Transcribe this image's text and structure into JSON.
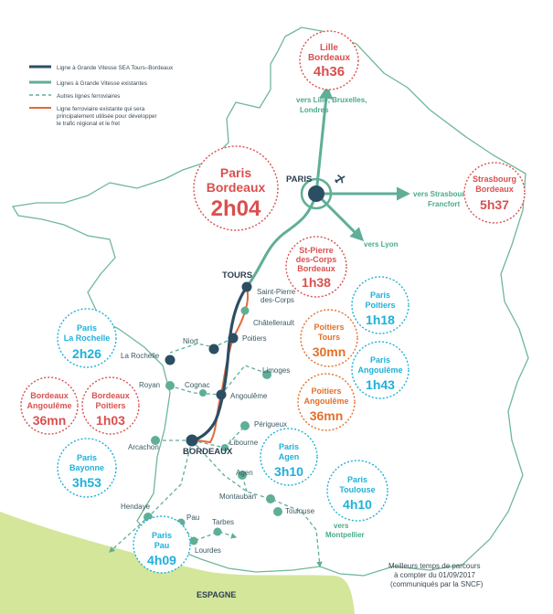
{
  "colors": {
    "lgv_sea": "#2c4e63",
    "lgv_existing": "#5fae98",
    "other_lines": "#5fae98",
    "regional": "#e06a3a",
    "red_label": "#d9504e",
    "blue_label": "#1fb0da",
    "orange_label": "#e3702a",
    "spain": "#d4e69a",
    "border": "#6fb79a"
  },
  "legend": [
    {
      "text": "Ligne à Grande Vitesse SEA Tours–Bordeaux",
      "style": "dark"
    },
    {
      "text": "Lignes à Grande Vitesse existantes",
      "style": "green"
    },
    {
      "text": "Autres lignes ferroviaires",
      "style": "dashed"
    },
    {
      "text": "Ligne ferroviaire existante qui sera",
      "text2": "principalement utilisée pour développer",
      "text3": "le trafic régional et le fret",
      "style": "orange"
    }
  ],
  "cities": {
    "paris": "PARIS",
    "tours": "TOURS",
    "bordeaux": "BORDEAUX",
    "saint_pierre_1": "Saint-Pierre",
    "saint_pierre_2": "des-Corps",
    "chatellerault": "Châtellerault",
    "poitiers": "Poitiers",
    "niort": "Niort",
    "la_rochelle": "La Rochelle",
    "royan": "Royan",
    "cognac": "Cognac",
    "angouleme": "Angoulême",
    "limoges": "Limoges",
    "perigueux": "Périgueux",
    "libourne": "Libourne",
    "arcachon": "Arcachon",
    "agen": "Agen",
    "montauban": "Montauban",
    "toulouse": "Toulouse",
    "hendaye": "Hendaye",
    "pau": "Pau",
    "tarbes": "Tarbes",
    "lourdes": "Lourdes",
    "espagne": "ESPAGNE"
  },
  "directions": {
    "lille": [
      "vers Lille, Bruxelles,",
      "Londres"
    ],
    "strasbourg": [
      "vers Strasbourg,",
      "Francfort"
    ],
    "lyon": "vers Lyon",
    "montpellier": [
      "vers",
      "Montpellier"
    ]
  },
  "badges": [
    {
      "id": "lille",
      "line1": "Lille",
      "line2": "Bordeaux",
      "time": "4h36",
      "color": "red"
    },
    {
      "id": "paris-bordeaux",
      "line1": "Paris",
      "line2": "Bordeaux",
      "time": "2h04",
      "color": "red"
    },
    {
      "id": "strasbourg",
      "line1": "Strasbourg",
      "line2": "Bordeaux",
      "time": "5h37",
      "color": "red"
    },
    {
      "id": "stpierre",
      "line1": "St-Pierre",
      "line2": "des-Corps",
      "line3": "Bordeaux",
      "time": "1h38",
      "color": "red"
    },
    {
      "id": "paris-poitiers",
      "line1": "Paris",
      "line2": "Poitiers",
      "time": "1h18",
      "color": "blue"
    },
    {
      "id": "poitiers-tours",
      "line1": "Poitiers",
      "line2": "Tours",
      "time": "30mn",
      "color": "orange"
    },
    {
      "id": "paris-angouleme",
      "line1": "Paris",
      "line2": "Angoulême",
      "time": "1h43",
      "color": "blue"
    },
    {
      "id": "poitiers-angouleme",
      "line1": "Poitiers",
      "line2": "Angoulême",
      "time": "36mn",
      "color": "orange"
    },
    {
      "id": "paris-larochelle",
      "line1": "Paris",
      "line2": "La Rochelle",
      "time": "2h26",
      "color": "blue"
    },
    {
      "id": "bordeaux-angouleme",
      "line1": "Bordeaux",
      "line2": "Angoulême",
      "time": "36mn",
      "color": "red"
    },
    {
      "id": "bordeaux-poitiers",
      "line1": "Bordeaux",
      "line2": "Poitiers",
      "time": "1h03",
      "color": "red"
    },
    {
      "id": "paris-agen",
      "line1": "Paris",
      "line2": "Agen",
      "time": "3h10",
      "color": "blue"
    },
    {
      "id": "paris-bayonne",
      "line1": "Paris",
      "line2": "Bayonne",
      "time": "3h53",
      "color": "blue"
    },
    {
      "id": "paris-toulouse",
      "line1": "Paris",
      "line2": "Toulouse",
      "time": "4h10",
      "color": "blue"
    },
    {
      "id": "paris-pau",
      "line1": "Paris",
      "line2": "Pau",
      "time": "4h09",
      "color": "blue"
    }
  ],
  "footnote": [
    "Meilleurs temps de parcours",
    "à compter du 01/09/2017",
    "(communiqués par la SNCF)"
  ],
  "icons": {
    "airport": "airplane-icon"
  }
}
